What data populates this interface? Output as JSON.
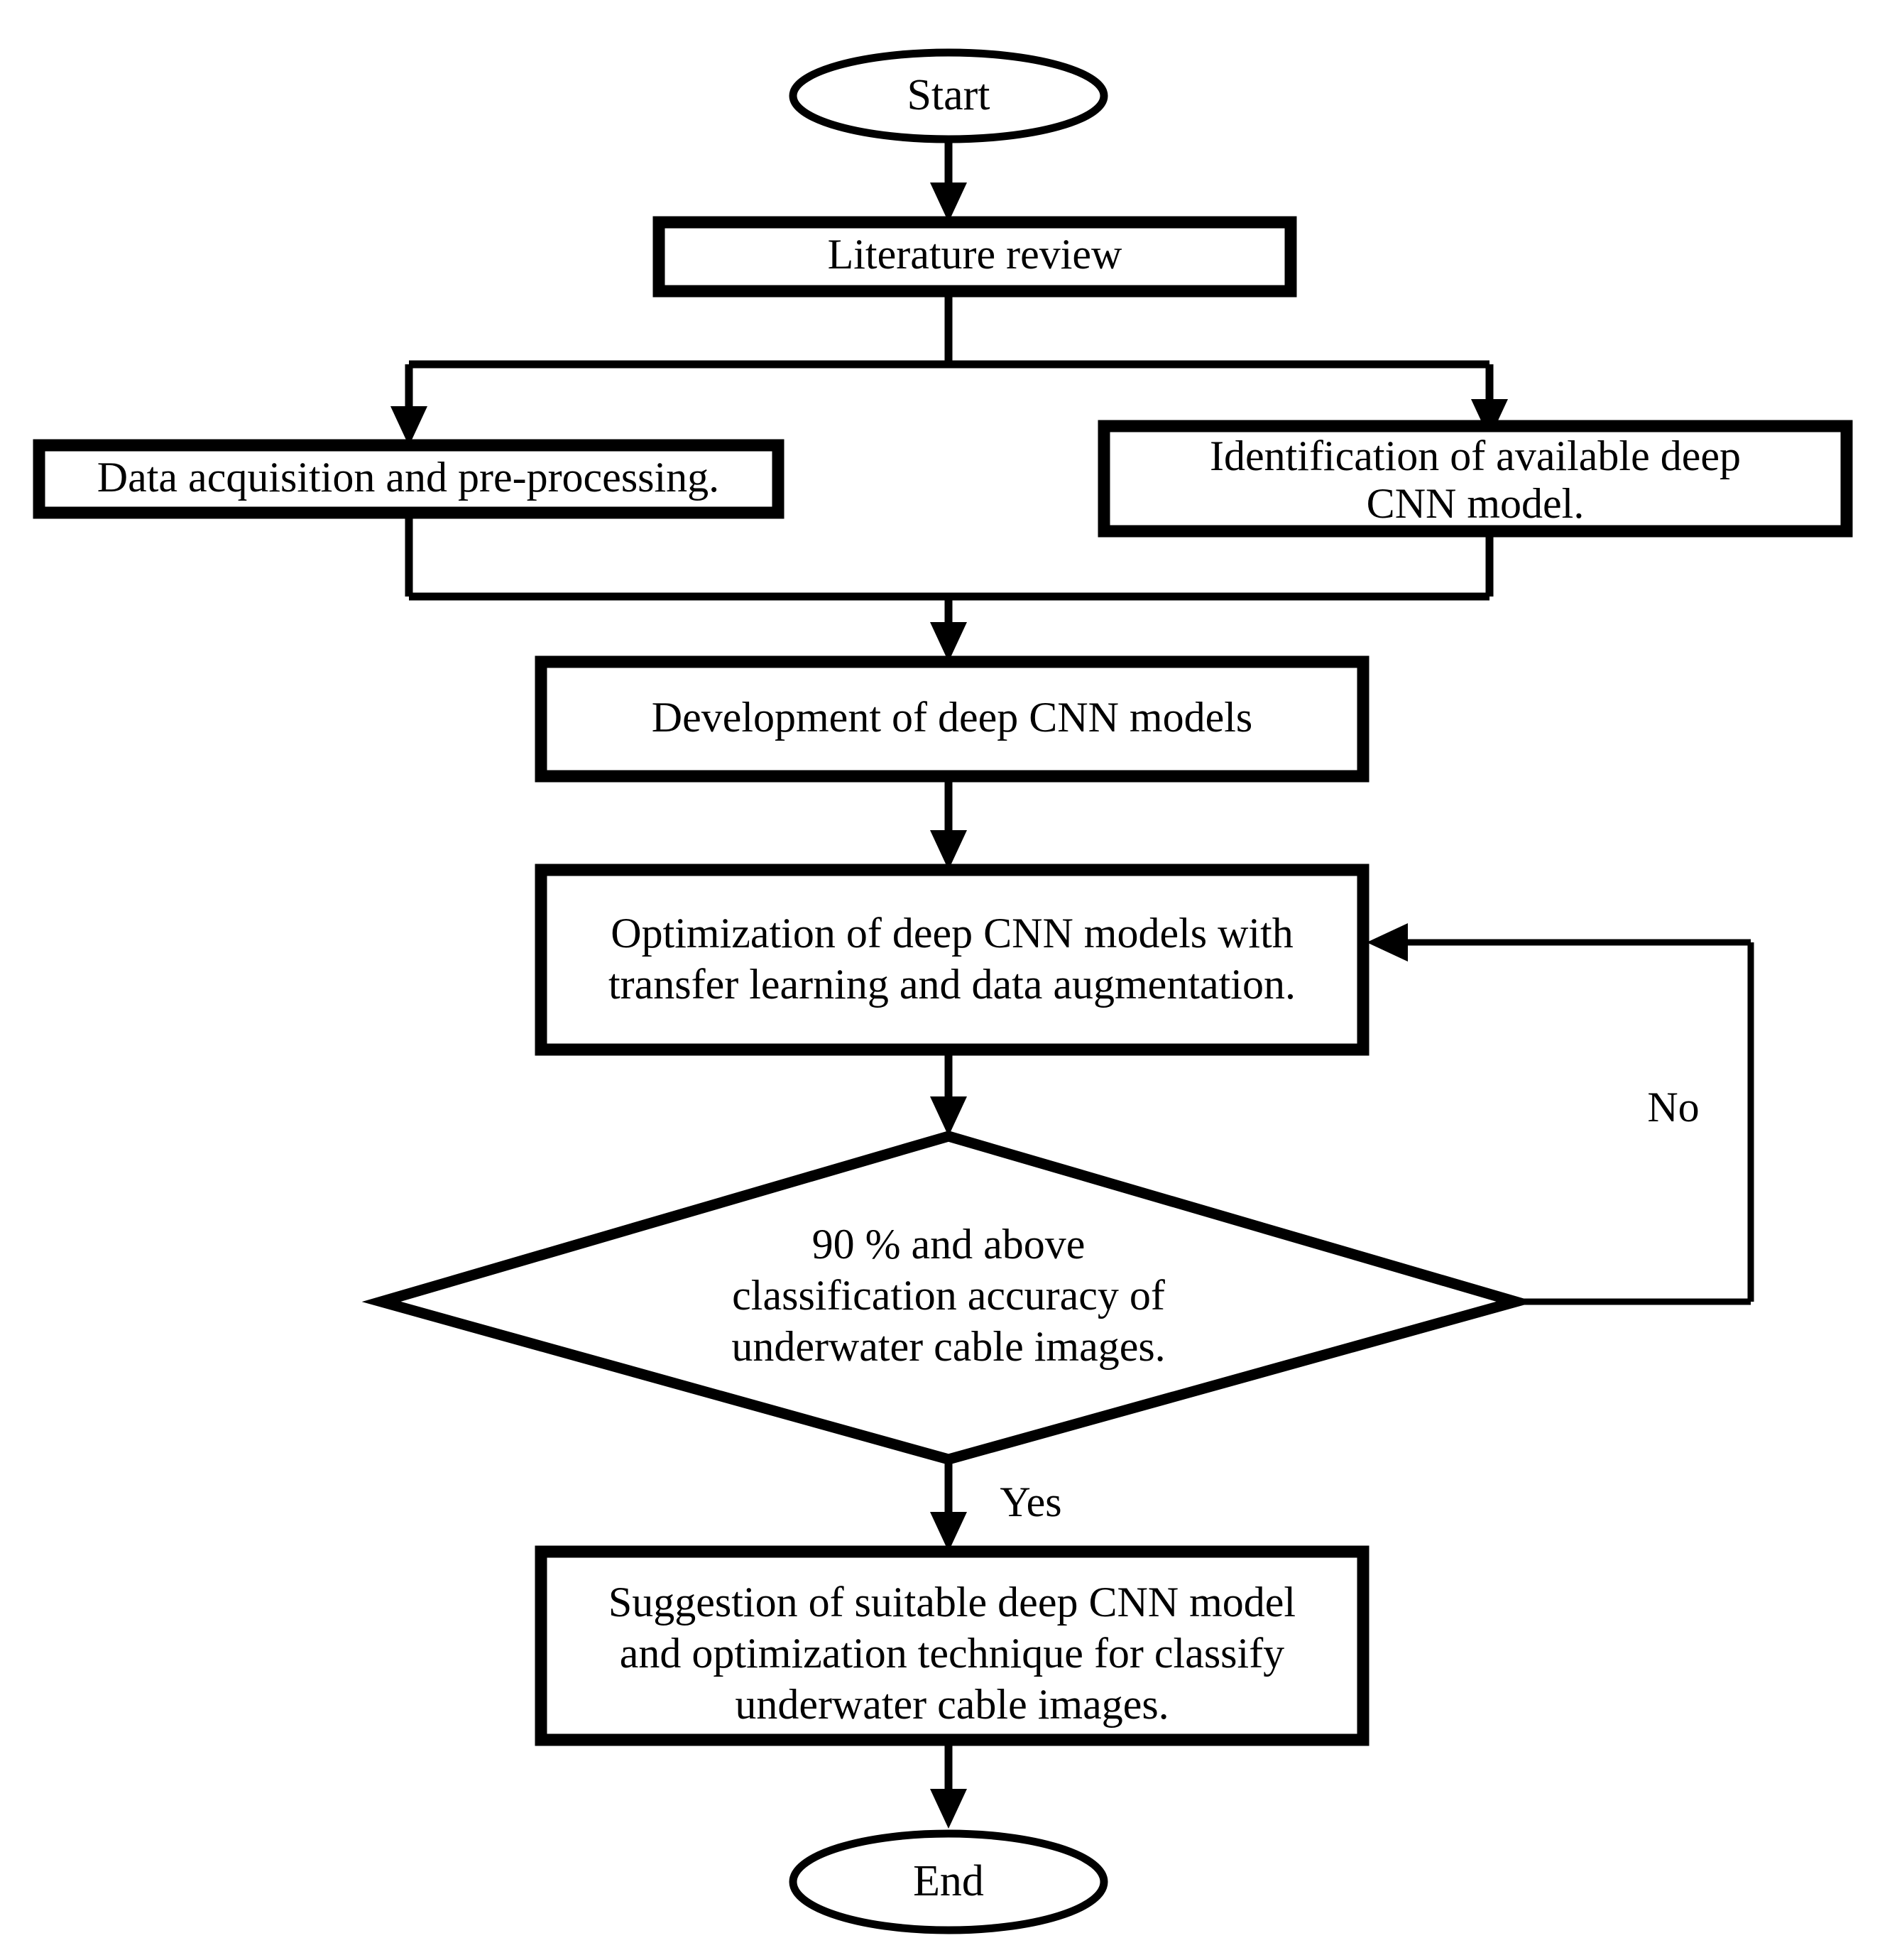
{
  "diagram": {
    "type": "flowchart",
    "title": "Research methodology flowchart for deep CNN classification of underwater cable images",
    "orientation": "top-to-bottom",
    "background_color": "#ffffff",
    "line_color": "#000000",
    "text_color": "#000000"
  },
  "nodes": [
    {
      "id": "start",
      "shape": "ellipse",
      "name": "start-terminator",
      "lines": [
        "Start"
      ]
    },
    {
      "id": "literature_review",
      "shape": "rectangle",
      "name": "literature-review-process",
      "lines": [
        "Literature review"
      ]
    },
    {
      "id": "data_acquisition",
      "shape": "rectangle",
      "name": "data-acquisition-process",
      "lines": [
        "Data acquisition and pre-processing."
      ]
    },
    {
      "id": "identification",
      "shape": "rectangle",
      "name": "identification-process",
      "lines": [
        "Identification of available deep",
        "CNN model."
      ]
    },
    {
      "id": "development",
      "shape": "rectangle",
      "name": "development-process",
      "lines": [
        "Development of deep CNN models"
      ]
    },
    {
      "id": "optimization",
      "shape": "rectangle",
      "name": "optimization-process",
      "lines": [
        "Optimization of deep CNN models with",
        "transfer learning and data augmentation."
      ]
    },
    {
      "id": "accuracy_check",
      "shape": "diamond",
      "name": "accuracy-decision",
      "lines": [
        "90 % and above",
        "classification accuracy of",
        "underwater cable images."
      ]
    },
    {
      "id": "suggestion",
      "shape": "rectangle",
      "name": "suggestion-process",
      "lines": [
        "Suggestion of suitable deep CNN model",
        "and optimization technique for classify",
        "underwater cable images."
      ]
    },
    {
      "id": "end",
      "shape": "ellipse",
      "name": "end-terminator",
      "lines": [
        "End"
      ]
    }
  ],
  "edge_labels": {
    "decision_no": "No",
    "decision_yes": "Yes"
  }
}
